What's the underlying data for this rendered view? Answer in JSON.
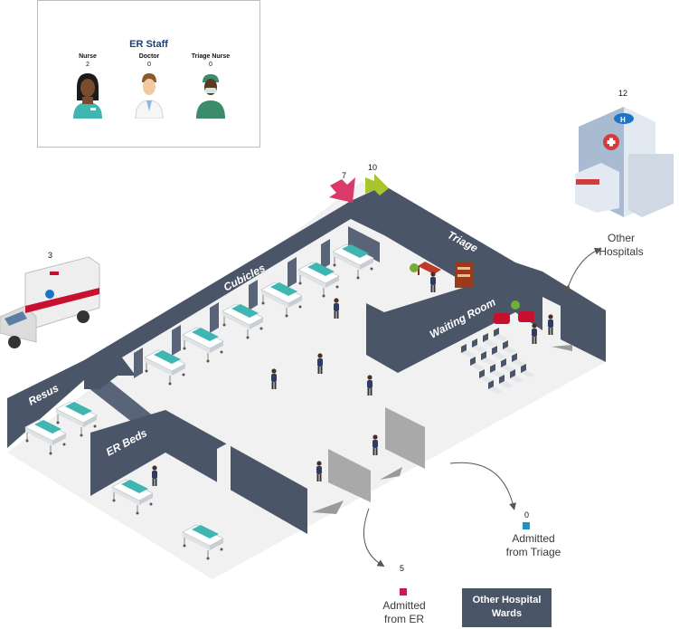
{
  "staff_panel": {
    "title": "ER Staff",
    "roles": [
      {
        "label": "Nurse",
        "count": "2"
      },
      {
        "label": "Doctor",
        "count": "0"
      },
      {
        "label": "Triage Nurse",
        "count": "0"
      }
    ]
  },
  "rooms": {
    "resus": "Resus",
    "er_beds": "ER Beds",
    "cubicles": "Cubicles",
    "triage": "Triage",
    "waiting_room": "Waiting Room"
  },
  "counters": {
    "ambulance": "3",
    "arrow_in": "7",
    "arrow_out": "10",
    "other_hospitals": "12",
    "admitted_er": "5",
    "admitted_triage": "0"
  },
  "labels": {
    "other_hospitals_line1": "Other",
    "other_hospitals_line2": "Hospitals",
    "admitted_er_line1": "Admitted",
    "admitted_er_line2": "from ER",
    "admitted_triage_line1": "Admitted",
    "admitted_triage_line2": "from Triage",
    "other_wards_line1": "Other Hospital",
    "other_wards_line2": "Wards"
  },
  "colors": {
    "wall": "#4b5568",
    "wall_light": "#5a6479",
    "floor": "#f1f1f1",
    "arrow_in": "#d93a6a",
    "arrow_out": "#a8c62c",
    "admitted_er": "#d4145a",
    "admitted_triage": "#1a95c2",
    "staff_title": "#1e3f73"
  }
}
